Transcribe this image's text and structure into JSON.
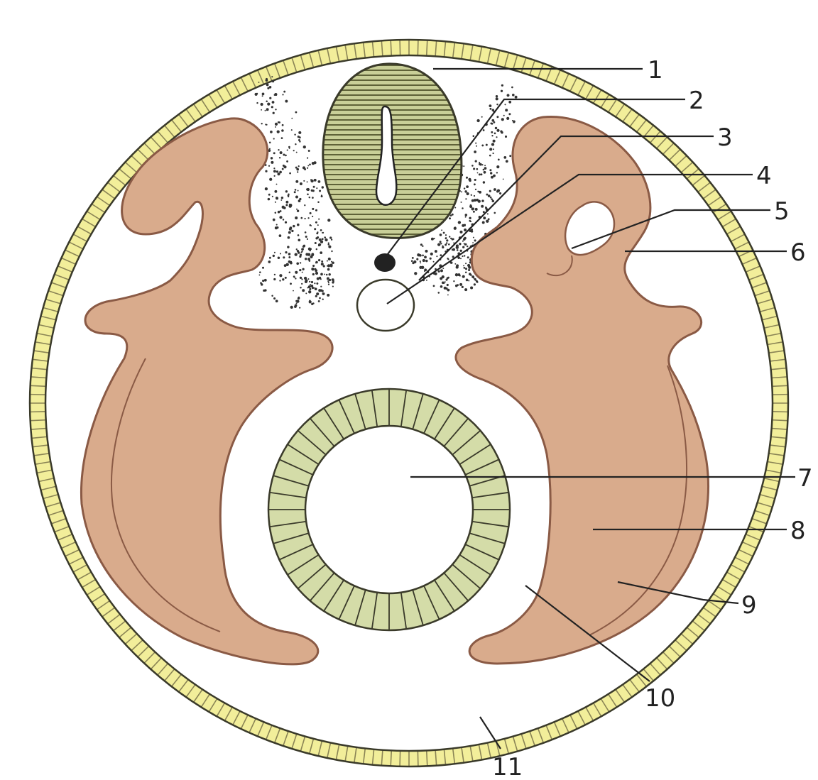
{
  "labels": [
    "1",
    "2",
    "3",
    "4",
    "5",
    "6",
    "7",
    "8",
    "9",
    "10",
    "11"
  ],
  "colors": {
    "background": "#ffffff",
    "outline": "#3a3a2a",
    "ectoderm_fill": "#f2ee9a",
    "ectoderm_stripe": "#8a8455",
    "neural_tube_fill": "#c9cf98",
    "neural_tube_stripe": "#5f6238",
    "gut_fill": "#d4dca8",
    "mesoderm_fill": "#d9ab8c",
    "mesoderm_edge": "#8a5a45",
    "mesenchyme_dots": "#333333",
    "notochord": "#222222"
  }
}
